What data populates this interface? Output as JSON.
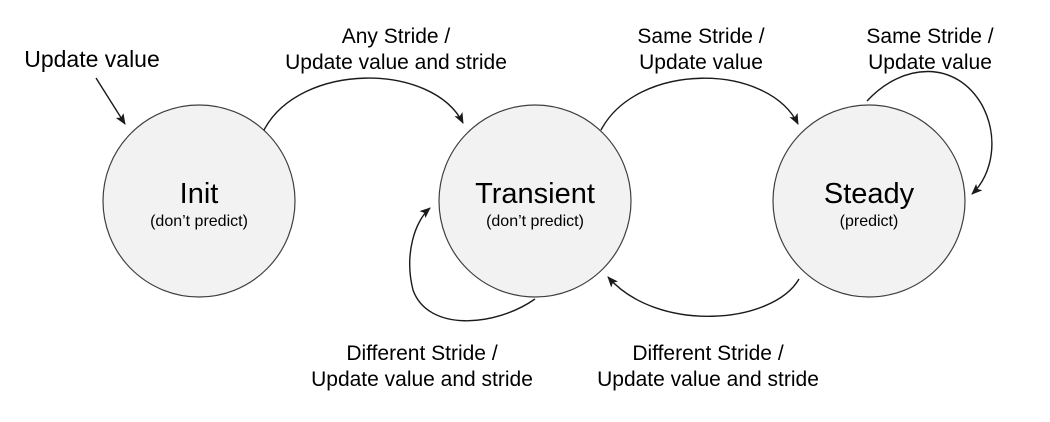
{
  "states": [
    {
      "name": "Init",
      "sub": "(don’t predict)"
    },
    {
      "name": "Transient",
      "sub": "(don’t predict)"
    },
    {
      "name": "Steady",
      "sub": "(predict)"
    }
  ],
  "annotations": {
    "entry": "Update value"
  },
  "transitions": [
    {
      "from": "init",
      "to": "transient",
      "line1": "Any Stride /",
      "line2": "Update value and stride"
    },
    {
      "from": "transient",
      "to": "steady",
      "line1": "Same Stride /",
      "line2": "Update value"
    },
    {
      "from": "steady",
      "to": "steady",
      "line1": "Same Stride /",
      "line2": "Update value"
    },
    {
      "from": "transient",
      "to": "transient",
      "line1": "Different Stride /",
      "line2": "Update value and stride"
    },
    {
      "from": "steady",
      "to": "transient",
      "line1": "Different Stride /",
      "line2": "Update value and stride"
    }
  ],
  "colors": {
    "background": "#ffffff",
    "state_fill": "#f2f2f2",
    "state_stroke": "#3f3f3f",
    "arrow": "#1a1a1a",
    "text": "#000000"
  }
}
